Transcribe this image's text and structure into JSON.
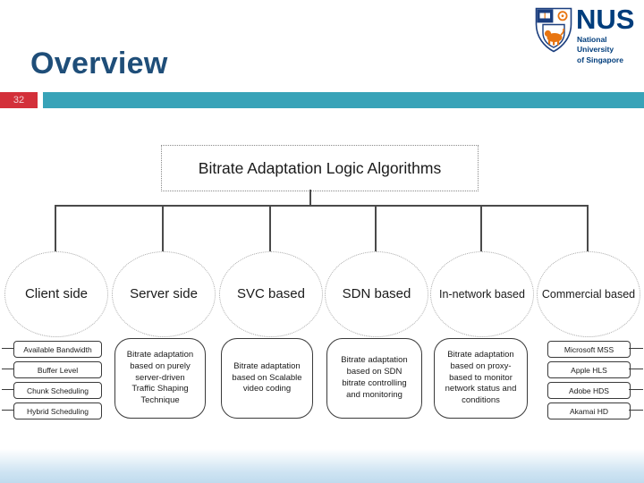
{
  "slide": {
    "title": "Overview",
    "page_number": "32",
    "colors": {
      "title_text": "#1F4E79",
      "page_box": "#D3303A",
      "accent_bar": "#38A3B8",
      "nus_navy": "#003D7C",
      "nus_orange": "#E87511",
      "footer_tint": "#CDE3F2"
    }
  },
  "logo": {
    "acronym": "NUS",
    "line1": "National University",
    "line2": "of Singapore",
    "shield_icon": "nus-crest"
  },
  "diagram": {
    "root": "Bitrate Adaptation Logic Algorithms",
    "branches": [
      {
        "label": "Client side",
        "children": [
          "Available Bandwidth",
          "Buffer Level",
          "Chunk Scheduling",
          "Hybrid Scheduling"
        ]
      },
      {
        "label": "Server side",
        "children": [
          "Bitrate adaptation based on purely server-driven Traffic Shaping Technique"
        ]
      },
      {
        "label": "SVC based",
        "children": [
          "Bitrate adaptation based on Scalable video coding"
        ]
      },
      {
        "label": "SDN based",
        "children": [
          "Bitrate adaptation based on SDN  bitrate controlling and monitoring"
        ]
      },
      {
        "label": "In-network based",
        "children": [
          "Bitrate adaptation based on proxy-based to monitor network status and conditions"
        ]
      },
      {
        "label": "Commercial based",
        "children": [
          "Microsoft MSS",
          "Apple HLS",
          "Adobe HDS",
          "Akamai HD"
        ]
      }
    ]
  }
}
